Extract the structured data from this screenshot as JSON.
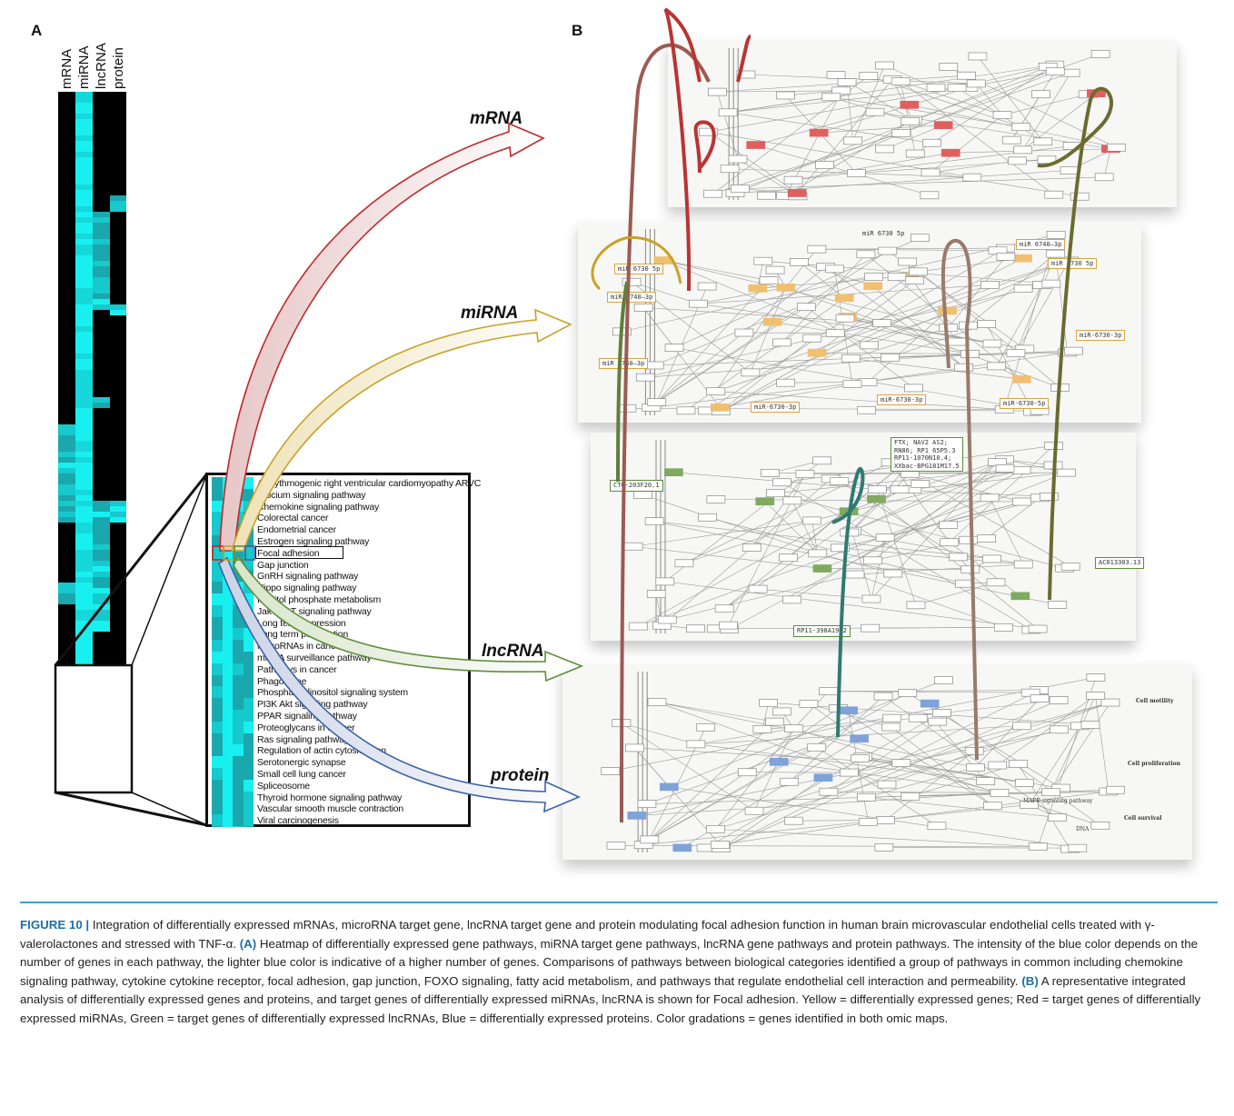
{
  "panel_labels": {
    "a": "A",
    "b": "B"
  },
  "heatmap": {
    "columns": [
      "mRNA",
      "miRNA",
      "lncRNA",
      "protein"
    ],
    "colors": {
      "low": "#000000",
      "mid": "#1aa7ad",
      "high": "#18f0f0"
    }
  },
  "pathways": [
    "Arrhythmogenic right ventricular cardiomyopathy ARVC",
    "Calcium signaling pathway",
    "Chemokine signaling pathway",
    "Colorectal cancer",
    "Endometrial cancer",
    "Estrogen signaling pathway",
    "Focal adhesion",
    "Gap junction",
    "GnRH signaling pathway",
    "Hippo signaling pathway",
    "Inositol phosphate metabolism",
    "Jak STAT signaling pathway",
    "Long term depression",
    "Long term potentiation",
    "MicroRNAs in cancer",
    "mRNA surveillance pathway",
    "Pathways in cancer",
    "Phagosome",
    "Phosphatidylinositol signaling system",
    "PI3K Akt signaling pathway",
    "PPAR signaling pathway",
    "Proteoglycans in cancer",
    "Ras signaling pathway",
    "Regulation of actin cytoskeleton",
    "Serotonergic synapse",
    "Small cell lung cancer",
    "Spliceosome",
    "Thyroid hormone signaling pathway",
    "Vascular smooth muscle contraction",
    "Viral carcinogenesis"
  ],
  "highlighted_pathway": "Focal adhesion",
  "arrows": {
    "mrna": {
      "label": "mRNA",
      "color": "#c0282d"
    },
    "mirna": {
      "label": "miRNA",
      "color": "#c9a227"
    },
    "lncrna": {
      "label": "lncRNA",
      "color": "#5f8f3a"
    },
    "protein": {
      "label": "protein",
      "color": "#3d62a8"
    }
  },
  "mirna_boxes": [
    "miR 6730 5p",
    "miR 6740—3p",
    "miR 6730 5p",
    "miR 6740—3p",
    "miR 6740—3p",
    "miR-6730-3p",
    "miR-6730-3p",
    "miR-6730-3p",
    "miR-6730-5p",
    "miR 6730 5p"
  ],
  "lncrna_boxes": [
    "CTC-203F20.1",
    "FTX; NAV2 AS2;\nRN86; RP1 65P5.3\nRP11-1070N10.4;\nXXbac-BPG181M17.5",
    "AC013303.13",
    "RP11-398A19.2"
  ],
  "protein_panel_texts": [
    "Cell motility",
    "Cell proliferation",
    "Cell survival",
    "MAPK signaling pathway",
    "DNA"
  ],
  "caption": {
    "figure_label": "FIGURE 10 |",
    "intro": " Integration of differentially expressed mRNAs, microRNA target gene, lncRNA target gene and protein modulating focal adhesion function in human brain microvascular endothelial cells treated with γ-valerolactones and stressed with TNF-α. ",
    "label_a": "(A)",
    "text_a": " Heatmap of differentially expressed gene pathways, miRNA target gene pathways, lncRNA gene pathways and protein pathways. The intensity of the blue color depends on the number of genes in each pathway, the lighter blue color is indicative of a higher number of genes. Comparisons of pathways between biological categories identified a group of pathways in common including chemokine signaling pathway, cytokine cytokine receptor, focal adhesion, gap junction, FOXO signaling, fatty acid metabolism, and pathways that regulate endothelial cell interaction and permeability. ",
    "label_b": "(B)",
    "text_b": " A representative integrated analysis of differentially expressed genes and proteins, and target genes of differentially expressed miRNAs, lncRNA is shown for Focal adhesion. Yellow = differentially expressed genes; Red = target genes of differentially expressed miRNAs, Green = target genes of differentially expressed lncRNAs, Blue = differentially expressed proteins. Color gradations = genes identified in both omic maps."
  }
}
